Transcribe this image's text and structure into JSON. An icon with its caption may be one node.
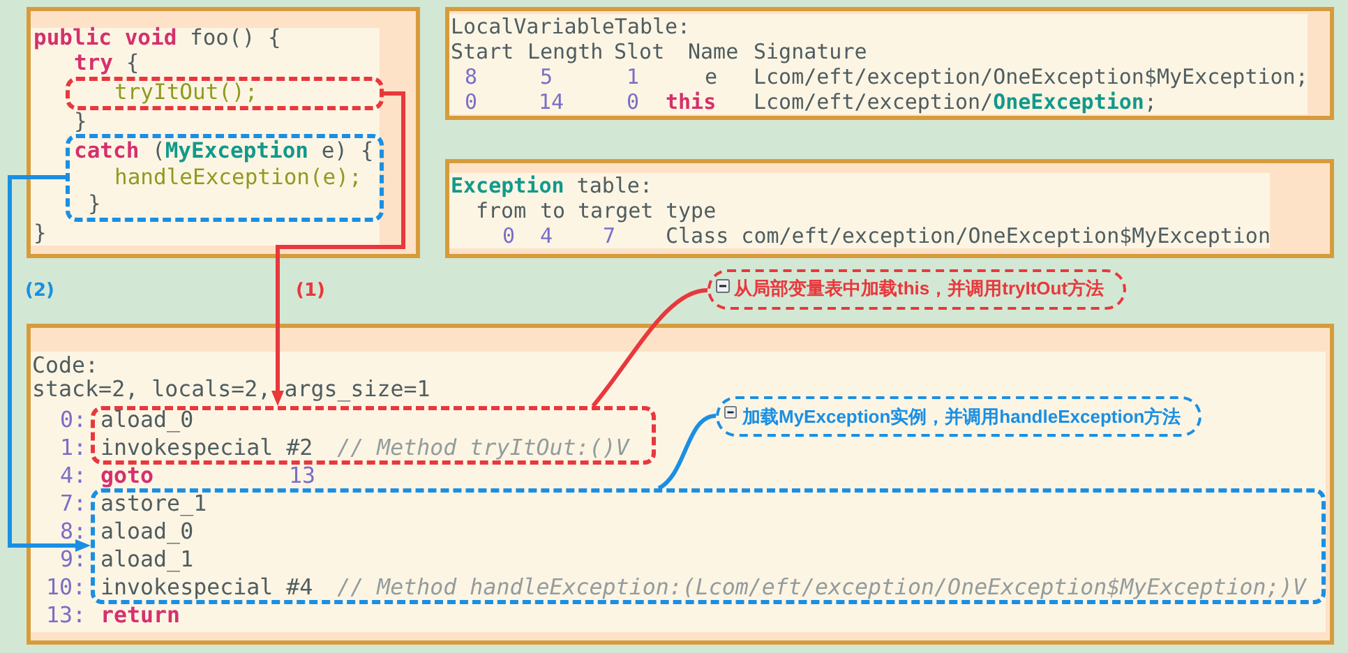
{
  "diagram": {
    "nodes": [
      {
        "text": [
          "**public void** foo() {",
          "**try** {",
          "}",
          "}"
        ]
      },
      {
        "text": [
          "tryItOut();"
        ],
        "in": 0
      },
      {
        "text": [
          "**catch** (**MyException** e) {",
          "handleException(e);",
          "}"
        ],
        "in": 0
      },
      {
        "text": [
          "LocalVariableTable:",
          "Start",
          "Length",
          "Slot",
          "Name",
          "Signature",
          "8",
          "5",
          "1",
          "e",
          "Lcom/eft/exception/OneException$MyException;",
          "0",
          "14",
          "0",
          "this",
          "Lcom/eft/exception/**OneException**;"
        ]
      },
      {
        "text": [
          "**Exception** table:",
          "from",
          "to",
          "target",
          "type",
          "0",
          "4",
          "7",
          "Class com/eft/exception/OneException$MyException"
        ]
      },
      {
        "text": [
          "从局部变量表中加载this，并调用tryItOut方法"
        ]
      },
      {
        "text": [
          "Code:",
          "stack=2, locals=2, args_size=1",
          "0:",
          "1:",
          "4:",
          "goto",
          "13",
          "7:",
          "8:",
          "9:",
          "10:",
          "13:",
          "return"
        ]
      },
      {
        "text": [
          "aload_0",
          "invokespecial #2 *// Method tryItOut:()V*"
        ],
        "in": 6
      },
      {
        "text": [
          "加载MyException实例，并调用handleException方法"
        ],
        "in": 6
      },
      {
        "text": [
          "astore_1",
          "aload_0",
          "aload_1",
          "invokespecial #4 *// Method handleException:(Lcom/eft/exception/OneException$MyException;)V*"
        ],
        "in": 6
      }
    ],
    "edges": [
      {
        "from": 1,
        "to": 7,
        "arrow": "to",
        "label": "(1)",
        "color": "#e8383d"
      },
      {
        "from": 2,
        "to": 9,
        "arrow": "to",
        "label": "(2)",
        "color": "#1a8fe3"
      },
      {
        "from": 5,
        "to": 7,
        "arrow": "none",
        "color": "#e8383d"
      },
      {
        "from": 8,
        "to": 9,
        "arrow": "none",
        "color": "#1a8fe3"
      }
    ]
  }
}
